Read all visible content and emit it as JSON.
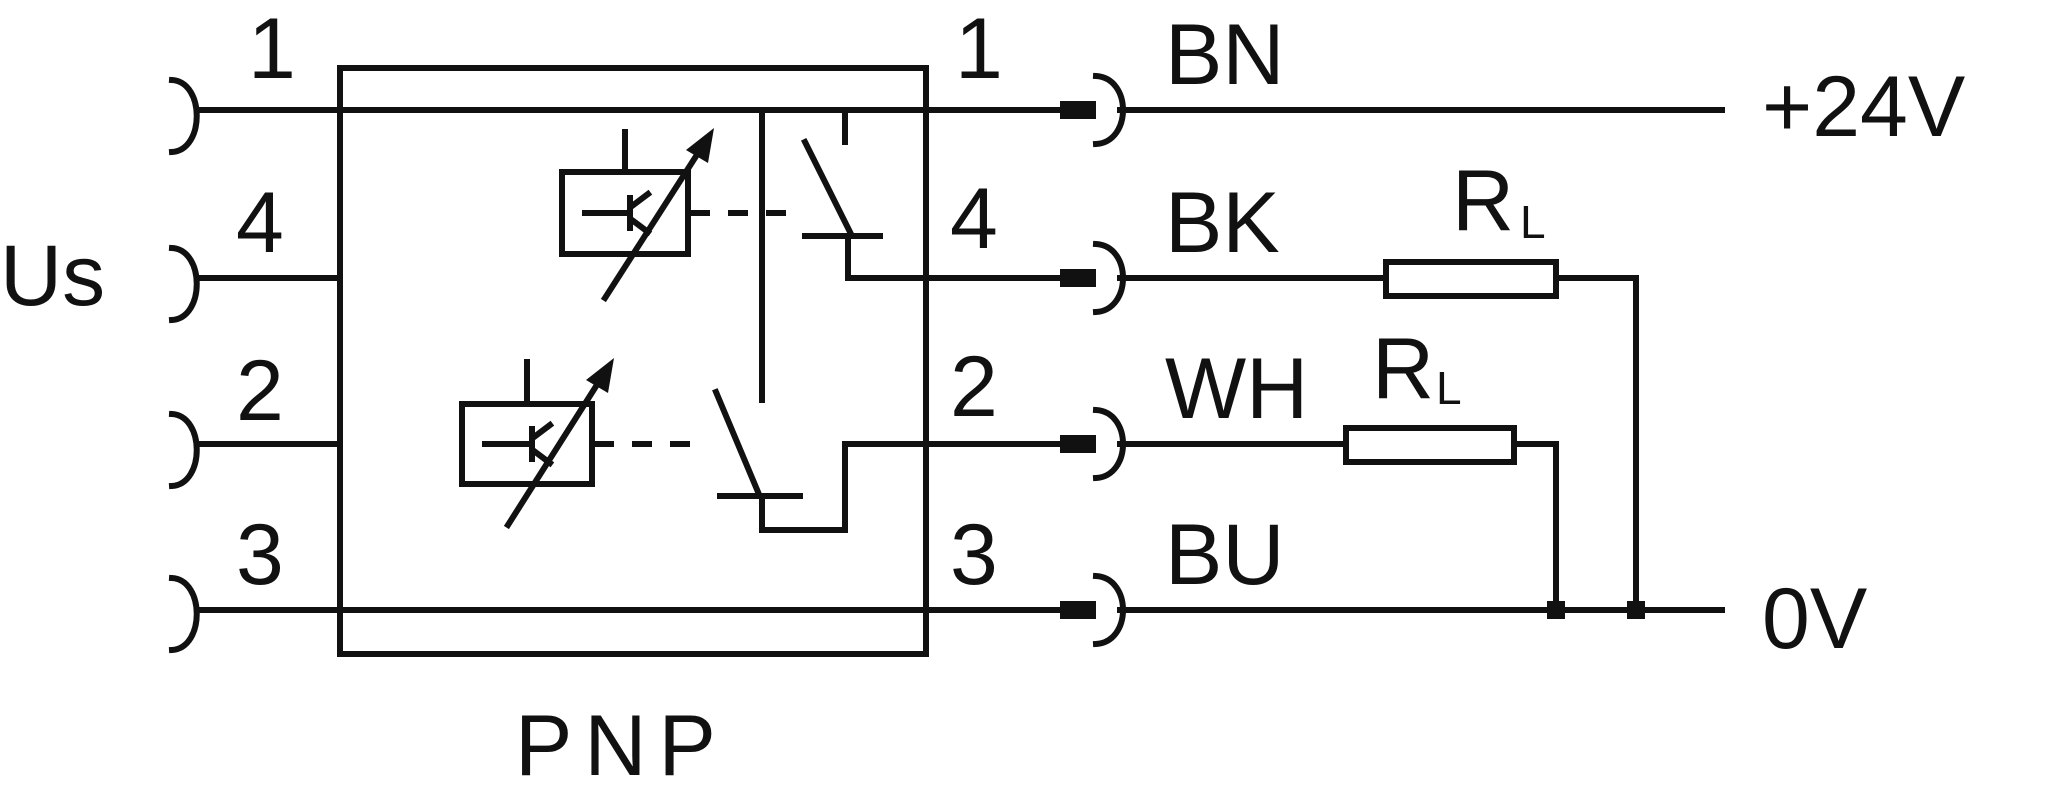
{
  "left_label": "Us",
  "type_label": "PNP",
  "pins_left": [
    "1",
    "4",
    "2",
    "3"
  ],
  "pins_right": [
    "1",
    "4",
    "2",
    "3"
  ],
  "wires": [
    "BN",
    "BK",
    "WH",
    "BU"
  ],
  "supply_positive": "+24V",
  "supply_negative": "0V",
  "load": {
    "main": "R",
    "sub": "L"
  }
}
